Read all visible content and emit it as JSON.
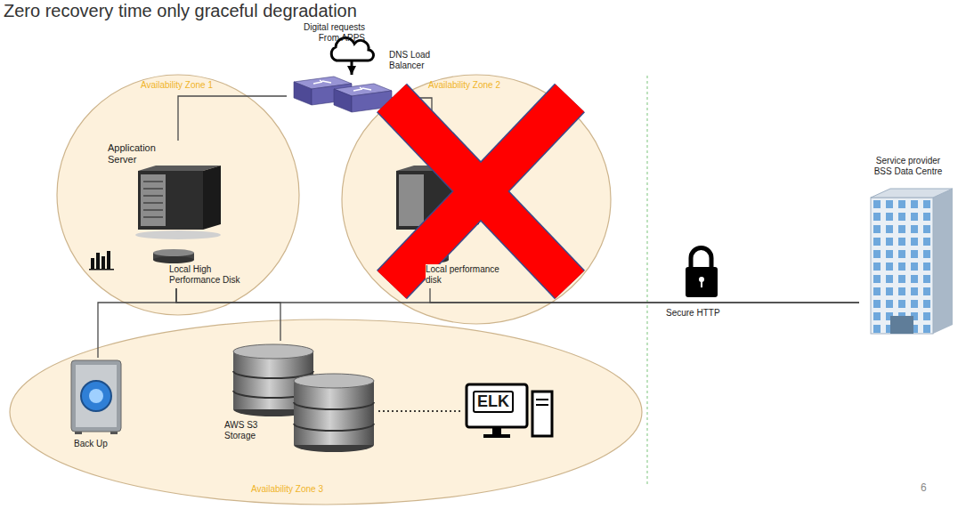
{
  "diagram": {
    "title": "Zero recovery time only graceful degradation",
    "nodes": [
      {
        "text": [
          "Digital requests From APPS"
        ]
      },
      {
        "text": [
          "DNS Load Balancer"
        ]
      },
      {
        "text": [
          "Availability Zone 1"
        ]
      },
      {
        "text": [
          "Application Server"
        ],
        "in": 2
      },
      {
        "text": [
          "Local High Performance Disk"
        ],
        "in": 2
      },
      {
        "text": [
          "Availability Zone 2"
        ]
      },
      {
        "text": [
          "Local performance disk"
        ],
        "in": 5
      },
      {
        "text": [
          "Availability Zone 3"
        ]
      },
      {
        "text": [
          "Back Up"
        ],
        "in": 7
      },
      {
        "text": [
          "AWS S3 Storage"
        ],
        "in": 7
      },
      {
        "text": [
          "ELK"
        ],
        "in": 7
      },
      {
        "text": [
          "Service provider BSS Data Centre"
        ]
      }
    ],
    "edges": [
      {
        "from": 0,
        "to": 1,
        "arrow": "to"
      },
      {
        "from": 1,
        "to": 3,
        "arrow": "none"
      },
      {
        "from": 4,
        "to": 8,
        "arrow": "none"
      },
      {
        "from": 4,
        "to": 9,
        "arrow": "none"
      },
      {
        "from": 4,
        "to": 11,
        "arrow": "none"
      },
      {
        "from": 6,
        "to": 11,
        "arrow": "none"
      },
      {
        "from": 9,
        "to": 10,
        "arrow": "none"
      }
    ],
    "labels": [
      "Secure HTTP",
      "6"
    ]
  }
}
